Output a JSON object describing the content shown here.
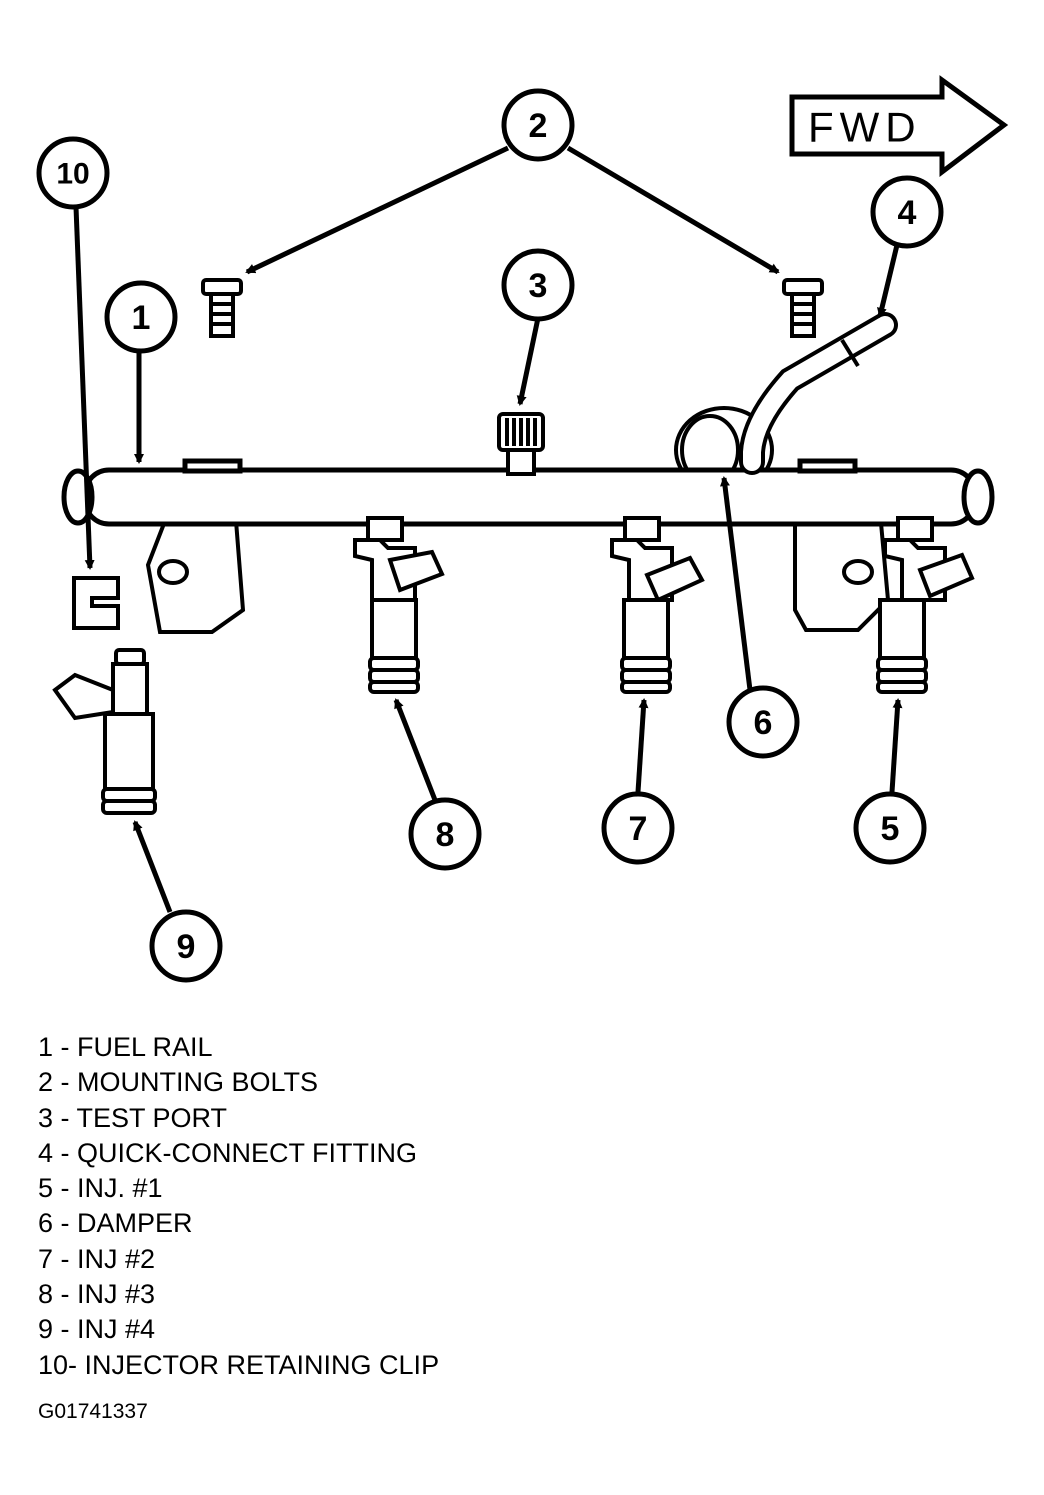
{
  "diagram": {
    "direction_label": "FWD",
    "callouts": [
      "1",
      "2",
      "3",
      "4",
      "5",
      "6",
      "7",
      "8",
      "9",
      "10"
    ]
  },
  "legend": {
    "items": [
      "1 - FUEL RAIL",
      "2 - MOUNTING BOLTS",
      "3 - TEST PORT",
      "4 - QUICK-CONNECT FITTING",
      "5 - INJ. #1",
      "6 - DAMPER",
      "7 - INJ #2",
      "8 - INJ #3",
      "9 - INJ #4",
      "10- INJECTOR RETAINING CLIP"
    ]
  },
  "figure_code": "G01741337"
}
